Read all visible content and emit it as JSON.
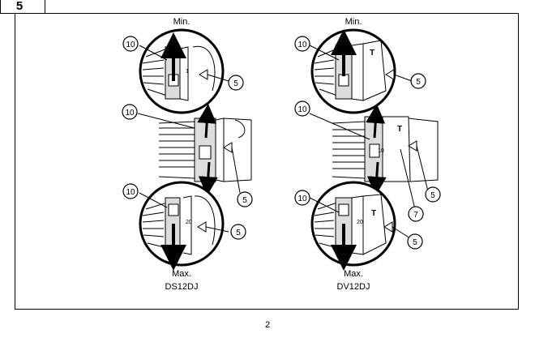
{
  "figure": {
    "number": "5"
  },
  "left": {
    "min_label": "Min.",
    "max_label": "Max.",
    "model": "DS12DJ",
    "scale_min": "1",
    "scale_max": "20"
  },
  "right": {
    "min_label": "Min.",
    "max_label": "Max.",
    "model": "DV12DJ",
    "scale_mid": "10",
    "scale_max": "20",
    "drill_mark": "T"
  },
  "callouts": {
    "c10": "10",
    "c5": "5",
    "c7": "7"
  },
  "page": {
    "number": "2"
  }
}
